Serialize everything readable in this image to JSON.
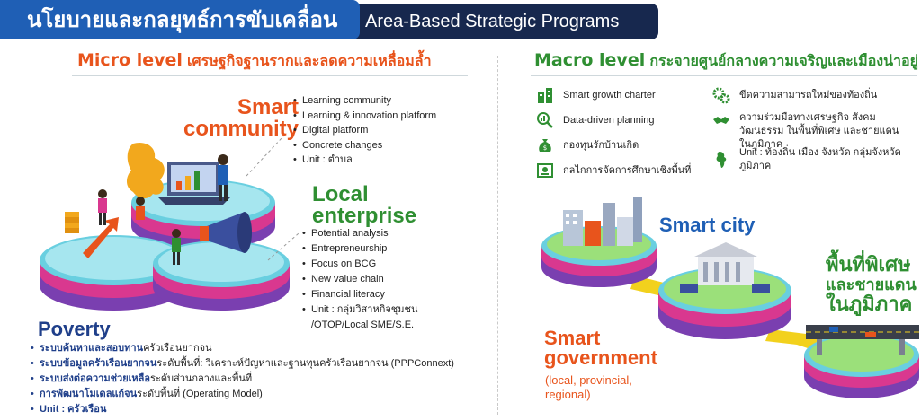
{
  "header": {
    "title_th": "นโยบายและกลยุทธ์การขับเคลื่อน",
    "title_en": "Area-Based Strategic Programs"
  },
  "micro": {
    "label": "Micro level",
    "subtitle": "เศรษฐกิจฐานรากและลดความเหลื่อมล้ำ",
    "smart_community": {
      "title_line1": "Smart",
      "title_line2": "community",
      "items": [
        "Learning community",
        "Learning & innovation platform",
        "Digital platform",
        "Concrete changes",
        "Unit : ตำบล"
      ]
    },
    "local_enterprise": {
      "title_line1": "Local",
      "title_line2": "enterprise",
      "items": [
        "Potential analysis",
        "Entrepreneurship",
        "Focus on BCG",
        "New value chain",
        "Financial literacy",
        "Unit : กลุ่มวิสาหกิจชุมชน /OTOP/Local SME/S.E."
      ]
    },
    "poverty": {
      "title": "Poverty",
      "items": [
        {
          "bold": "ระบบค้นหาและสอบทาน",
          "normal": "ครัวเรือนยากจน"
        },
        {
          "bold": "ระบบข้อมูลครัวเรือนยากจน",
          "normal": "ระดับพื้นที่: วิเคราะห์ปัญหาและฐานทุนครัวเรือนยากจน (PPPConnext)"
        },
        {
          "bold": "ระบบส่งต่อความช่วยเหลือ",
          "normal": "ระดับส่วนกลางและพื้นที่"
        },
        {
          "bold": "การพัฒนาโมเดลแก้จน",
          "normal": "ระดับพื้นที่ (Operating Model)"
        },
        {
          "bold": "Unit : ครัวเรือน",
          "normal": ""
        }
      ]
    }
  },
  "macro": {
    "label": "Macro level",
    "subtitle": "กระจายศูนย์กลางความเจริญและเมืองน่าอยู่",
    "left_items": [
      "Smart growth charter",
      "Data-driven planning",
      "กองทุนรักบ้านเกิด",
      "กลไกการจัดการศึกษาเชิงพื้นที่"
    ],
    "right_items": [
      "ขีดความสามารถใหม่ของท้องถิ่น",
      "ความร่วมมือทางเศรษฐกิจ สังคมวัฒนธรรม ในพื้นที่พิเศษ และชายแดนในภูมิภาค",
      "Unit : ท้องถิ่น เมือง จังหวัด กลุ่มจังหวัด ภูมิภาค"
    ],
    "smart_city": "Smart city",
    "smart_government": {
      "line1": "Smart",
      "line2": "government",
      "sub": "(local, provincial, regional)"
    },
    "special_zone": {
      "line1": "พื้นที่พิเศษ",
      "line2": "และชายแดน",
      "line3": "ในภูมิภาค"
    }
  },
  "colors": {
    "header_blue": "#1f5fb5",
    "header_navy": "#17284e",
    "orange": "#e8541c",
    "green": "#2f8f32",
    "navy": "#1f3f8a",
    "platform_cyan": "#69cfe0",
    "platform_pink": "#d9388f",
    "platform_purple": "#7a3fb0"
  }
}
